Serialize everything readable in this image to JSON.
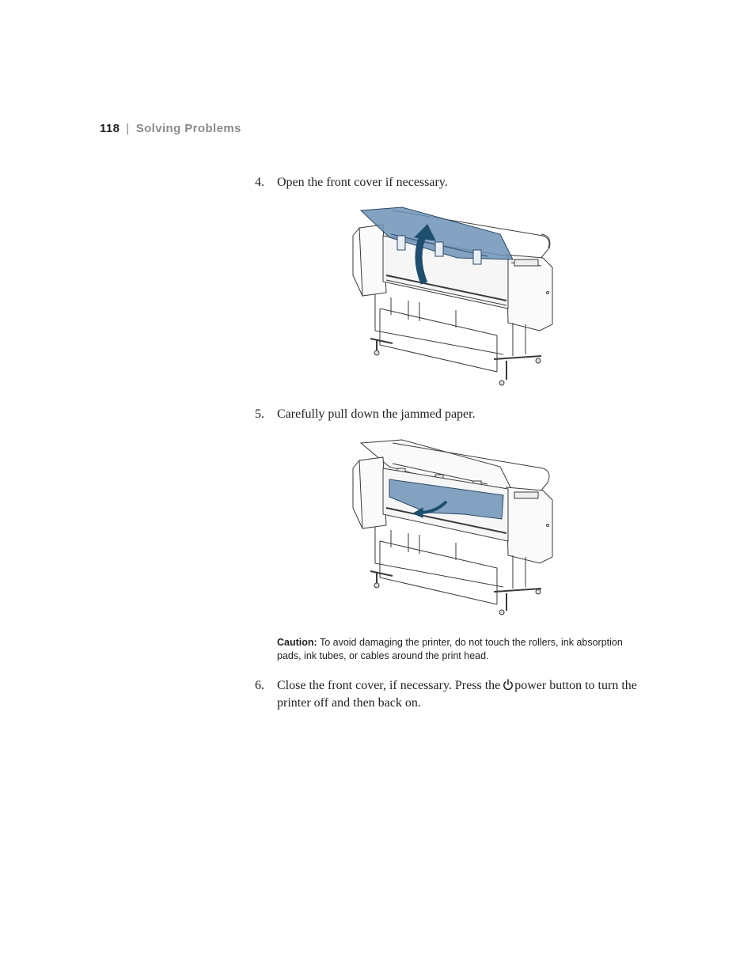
{
  "header": {
    "page_number": "118",
    "separator": "|",
    "chapter_title": "Solving Problems"
  },
  "steps": [
    {
      "number": "4.",
      "text": "Open the front cover if necessary."
    },
    {
      "number": "5.",
      "text": "Carefully pull down the jammed paper."
    },
    {
      "number": "6.",
      "text_before_icon": "Close the front cover, if necessary. Press the",
      "icon": "power-icon",
      "text_after_icon": "power button to turn the printer off and then back on."
    }
  ],
  "caution": {
    "label": "Caution:",
    "text": "To avoid damaging the printer, do not touch the rollers, ink absorption pads, ink tubes, or cables around the print head."
  },
  "figures": [
    {
      "name": "printer-open-front-cover",
      "highlight_color": "#6f93b8",
      "arrow_color": "#1f4e6e"
    },
    {
      "name": "printer-pull-jammed-paper",
      "highlight_color": "#6f93b8",
      "arrow_color": "#1f4e6e"
    }
  ]
}
